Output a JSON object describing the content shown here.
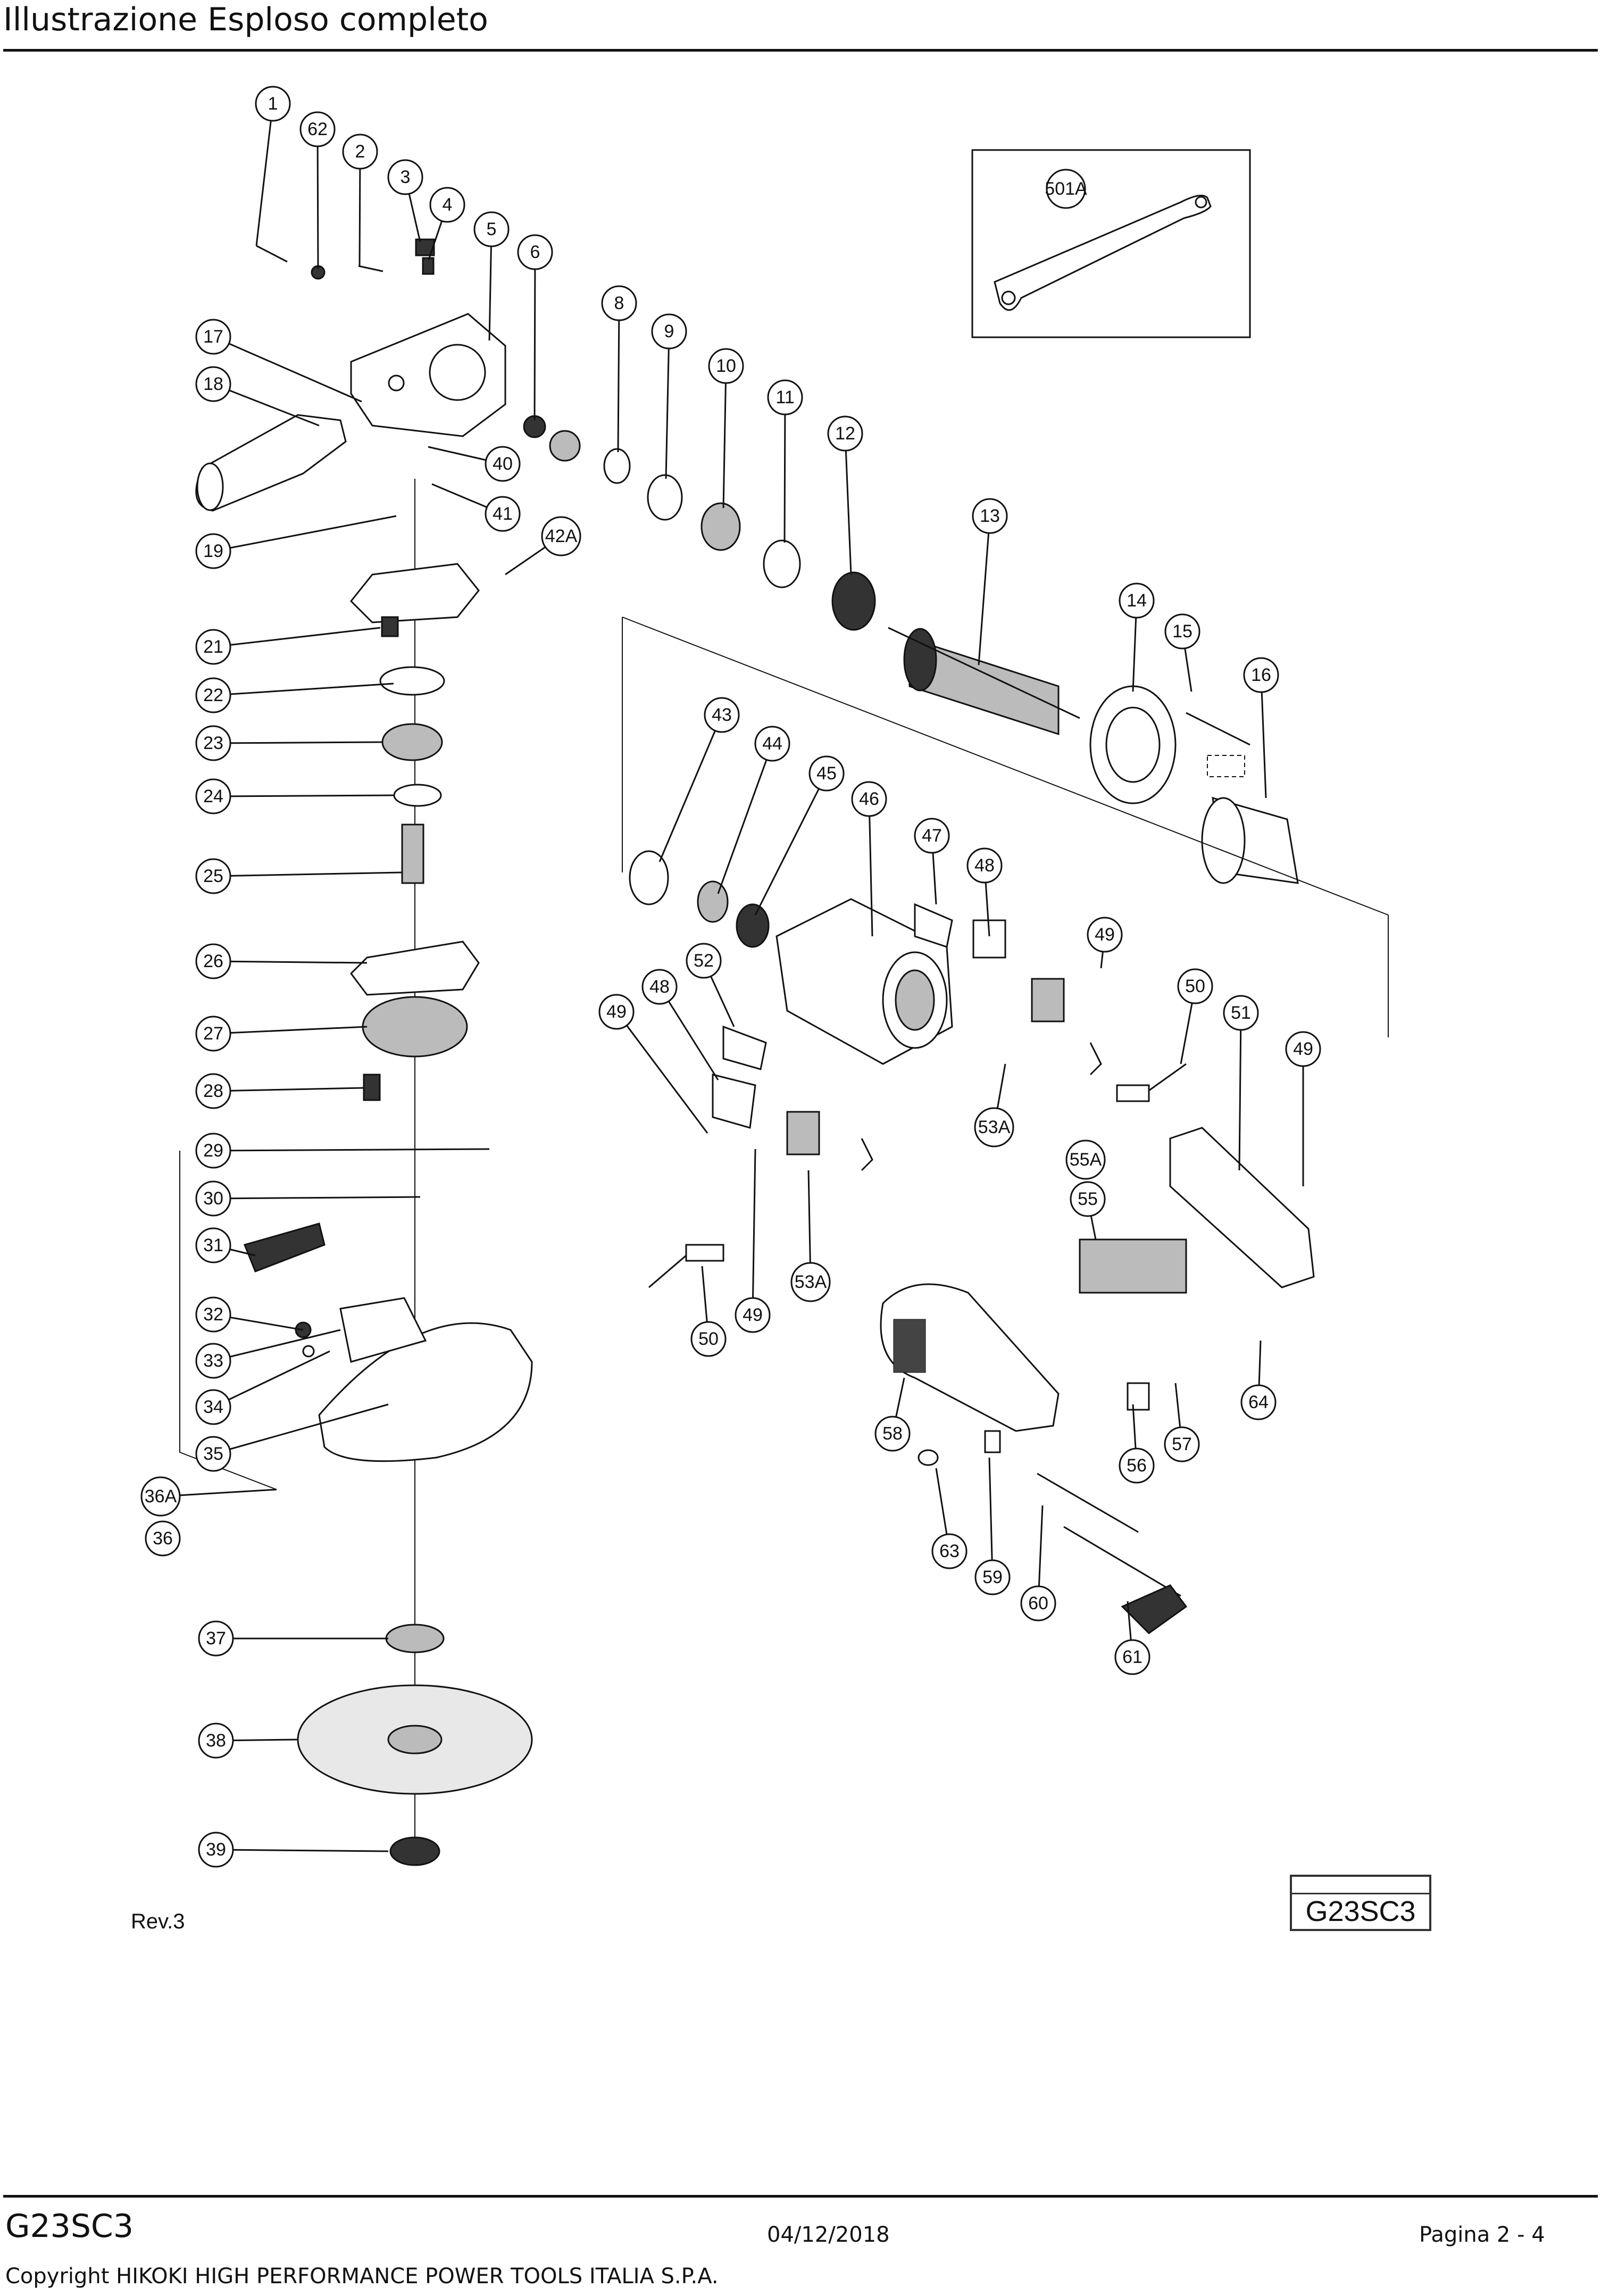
{
  "header": {
    "title": "Illustrazione  Esploso completo"
  },
  "diagram": {
    "revision": "Rev.3",
    "model_box": {
      "model": "G23SC3"
    },
    "callouts": [
      {
        "id": "c1",
        "label": "1"
      },
      {
        "id": "c62",
        "label": "62"
      },
      {
        "id": "c2",
        "label": "2"
      },
      {
        "id": "c3",
        "label": "3"
      },
      {
        "id": "c4",
        "label": "4"
      },
      {
        "id": "c5",
        "label": "5"
      },
      {
        "id": "c6",
        "label": "6"
      },
      {
        "id": "c8",
        "label": "8"
      },
      {
        "id": "c9",
        "label": "9"
      },
      {
        "id": "c10",
        "label": "10"
      },
      {
        "id": "c11",
        "label": "11"
      },
      {
        "id": "c12",
        "label": "12"
      },
      {
        "id": "c13",
        "label": "13"
      },
      {
        "id": "c14",
        "label": "14"
      },
      {
        "id": "c15",
        "label": "15"
      },
      {
        "id": "c16",
        "label": "16"
      },
      {
        "id": "c17",
        "label": "17"
      },
      {
        "id": "c18",
        "label": "18"
      },
      {
        "id": "c19",
        "label": "19"
      },
      {
        "id": "c40",
        "label": "40"
      },
      {
        "id": "c41",
        "label": "41"
      },
      {
        "id": "c42A",
        "label": "42A"
      },
      {
        "id": "c21",
        "label": "21"
      },
      {
        "id": "c22",
        "label": "22"
      },
      {
        "id": "c23",
        "label": "23"
      },
      {
        "id": "c24",
        "label": "24"
      },
      {
        "id": "c25",
        "label": "25"
      },
      {
        "id": "c26",
        "label": "26"
      },
      {
        "id": "c27",
        "label": "27"
      },
      {
        "id": "c28",
        "label": "28"
      },
      {
        "id": "c29",
        "label": "29"
      },
      {
        "id": "c30",
        "label": "30"
      },
      {
        "id": "c31",
        "label": "31"
      },
      {
        "id": "c32",
        "label": "32"
      },
      {
        "id": "c33",
        "label": "33"
      },
      {
        "id": "c34",
        "label": "34"
      },
      {
        "id": "c35",
        "label": "35"
      },
      {
        "id": "c36A",
        "label": "36A"
      },
      {
        "id": "c36",
        "label": "36"
      },
      {
        "id": "c37",
        "label": "37"
      },
      {
        "id": "c38",
        "label": "38"
      },
      {
        "id": "c39",
        "label": "39"
      },
      {
        "id": "c43",
        "label": "43"
      },
      {
        "id": "c44",
        "label": "44"
      },
      {
        "id": "c45",
        "label": "45"
      },
      {
        "id": "c46",
        "label": "46"
      },
      {
        "id": "c47",
        "label": "47"
      },
      {
        "id": "c48a",
        "label": "48"
      },
      {
        "id": "c49a",
        "label": "49"
      },
      {
        "id": "c50a",
        "label": "50"
      },
      {
        "id": "c51",
        "label": "51"
      },
      {
        "id": "c49b",
        "label": "49"
      },
      {
        "id": "c52",
        "label": "52"
      },
      {
        "id": "c48b",
        "label": "48"
      },
      {
        "id": "c49c",
        "label": "49"
      },
      {
        "id": "c53Aa",
        "label": "53A"
      },
      {
        "id": "c55A",
        "label": "55A"
      },
      {
        "id": "c55",
        "label": "55"
      },
      {
        "id": "c53Ab",
        "label": "53A"
      },
      {
        "id": "c49d",
        "label": "49"
      },
      {
        "id": "c50b",
        "label": "50"
      },
      {
        "id": "c58",
        "label": "58"
      },
      {
        "id": "c56",
        "label": "56"
      },
      {
        "id": "c57",
        "label": "57"
      },
      {
        "id": "c64",
        "label": "64"
      },
      {
        "id": "c63",
        "label": "63"
      },
      {
        "id": "c59",
        "label": "59"
      },
      {
        "id": "c60",
        "label": "60"
      },
      {
        "id": "c61",
        "label": "61"
      },
      {
        "id": "c501A",
        "label": "501A"
      }
    ]
  },
  "footer": {
    "model": "G23SC3",
    "date": "04/12/2018",
    "page": "Pagina 2 - 4",
    "copyright": "Copyright HIKOKI HIGH PERFORMANCE POWER TOOLS ITALIA S.P.A."
  }
}
